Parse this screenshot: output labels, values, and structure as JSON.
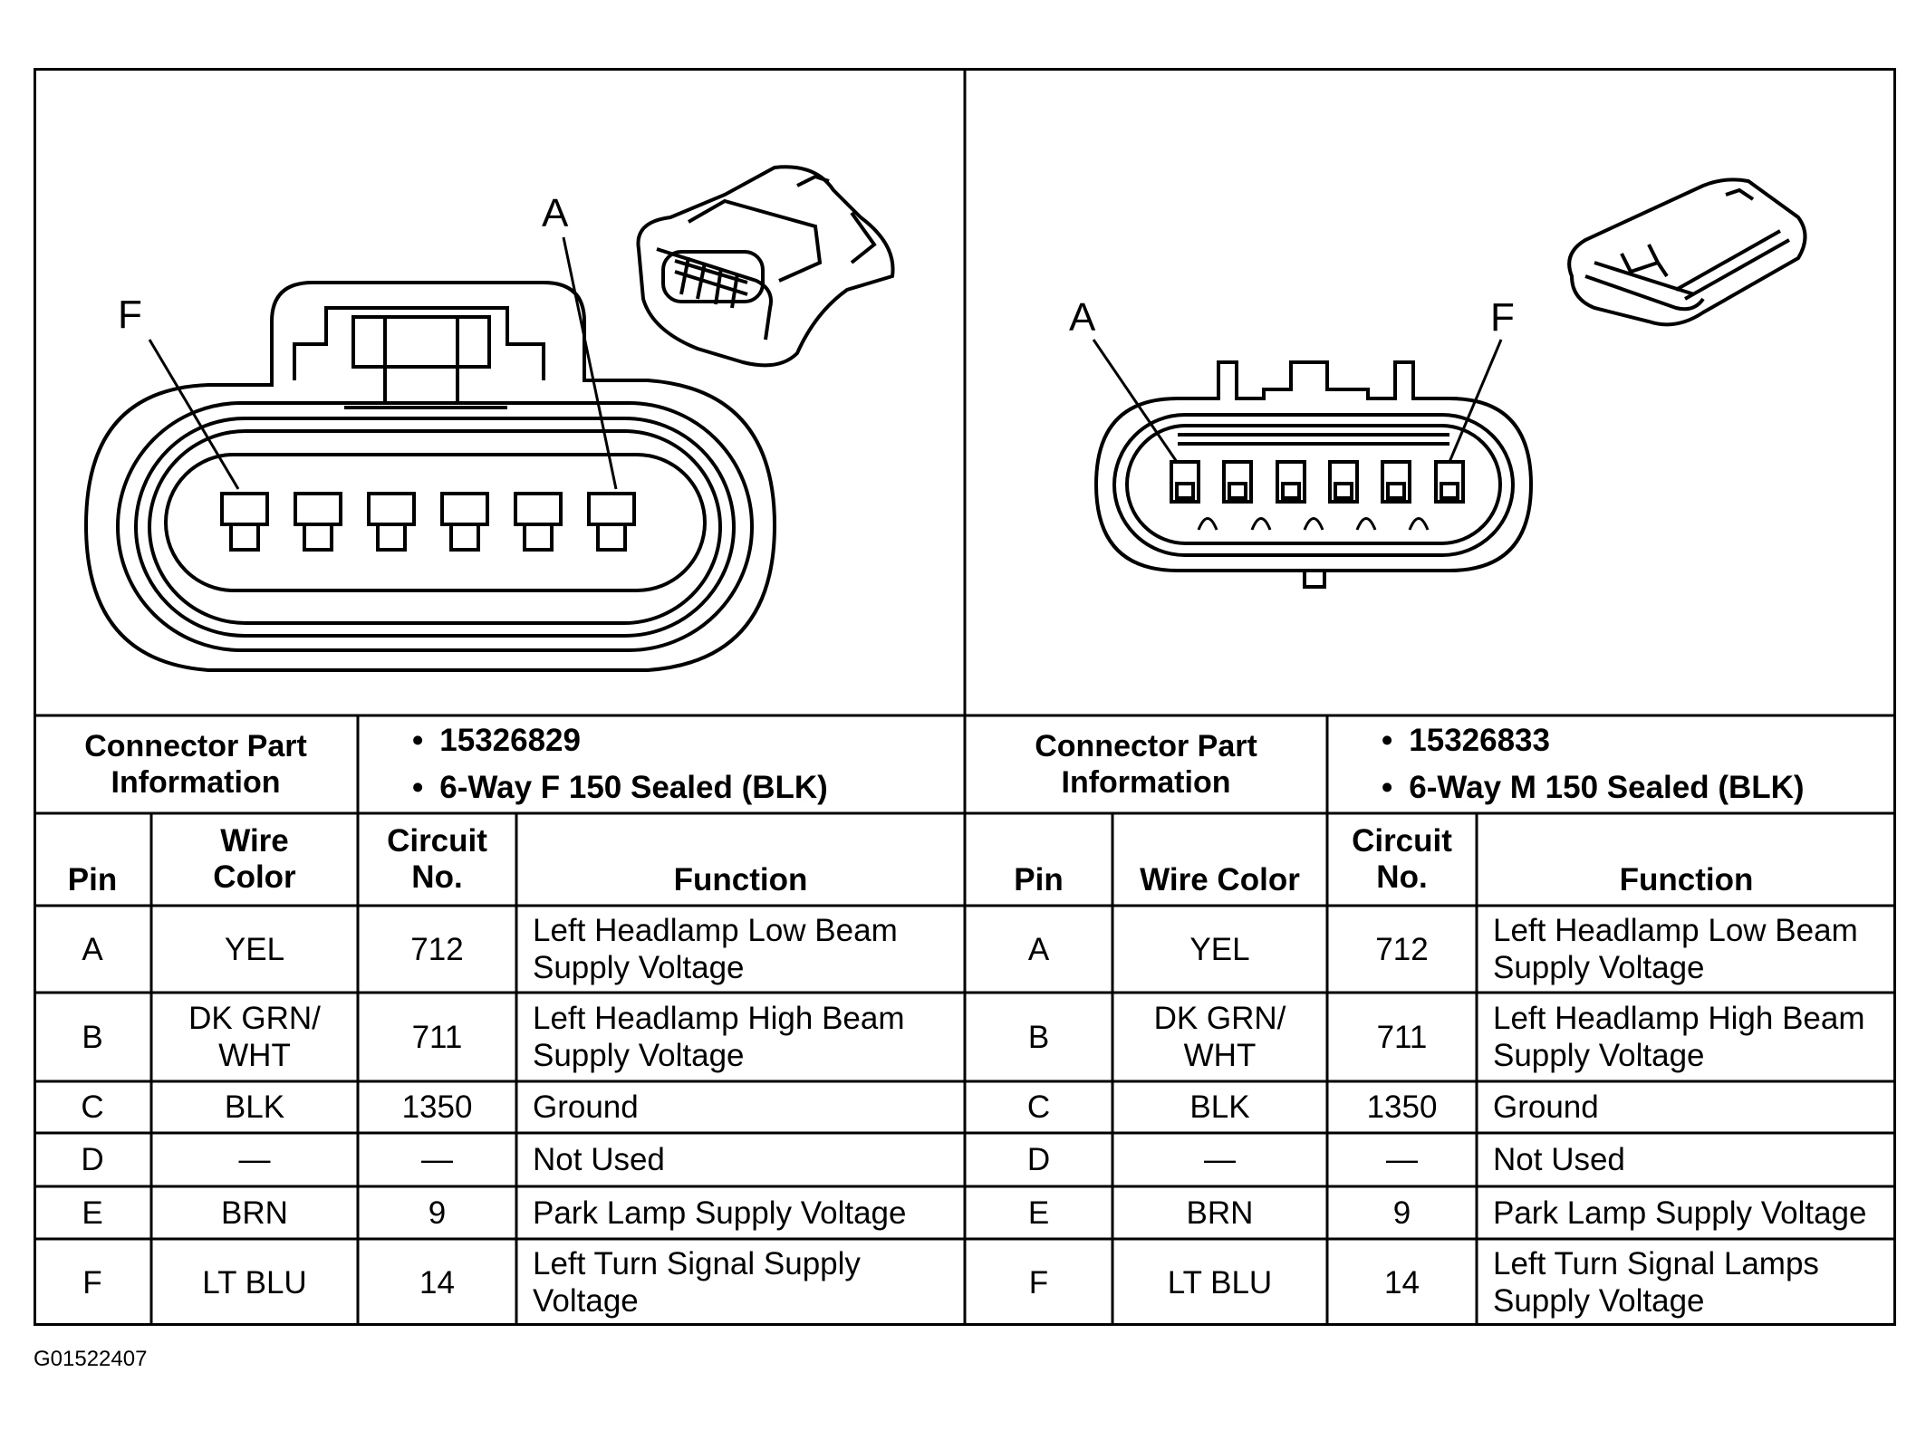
{
  "left": {
    "diagram": {
      "pin_letters": [
        "F",
        "A"
      ]
    },
    "connector_info": {
      "label": "Connector Part Information",
      "label_line1": "Connector Part",
      "label_line2": "Information",
      "part_number": "15326829",
      "description": "6-Way F 150 Sealed (BLK)"
    },
    "headers": {
      "pin": "Pin",
      "wire_color_1": "Wire",
      "wire_color_2": "Color",
      "circuit_1": "Circuit",
      "circuit_2": "No.",
      "function": "Function"
    },
    "rows": [
      {
        "pin": "A",
        "wire1": "YEL",
        "wire2": "",
        "circuit": "712",
        "func1": "Left Headlamp Low Beam",
        "func2": "Supply Voltage"
      },
      {
        "pin": "B",
        "wire1": "DK GRN/",
        "wire2": "WHT",
        "circuit": "711",
        "func1": "Left Headlamp High Beam",
        "func2": "Supply Voltage"
      },
      {
        "pin": "C",
        "wire1": "BLK",
        "wire2": "",
        "circuit": "1350",
        "func1": "Ground",
        "func2": ""
      },
      {
        "pin": "D",
        "wire1": "—",
        "wire2": "",
        "circuit": "—",
        "func1": "Not Used",
        "func2": ""
      },
      {
        "pin": "E",
        "wire1": "BRN",
        "wire2": "",
        "circuit": "9",
        "func1": "Park Lamp Supply Voltage",
        "func2": ""
      },
      {
        "pin": "F",
        "wire1": "LT BLU",
        "wire2": "",
        "circuit": "14",
        "func1": "Left Turn Signal Supply",
        "func2": "Voltage"
      }
    ]
  },
  "right": {
    "diagram": {
      "pin_letters": [
        "A",
        "F"
      ]
    },
    "connector_info": {
      "label_line1": "Connector Part",
      "label_line2": "Information",
      "part_number": "15326833",
      "description": "6-Way M 150 Sealed (BLK)"
    },
    "headers": {
      "pin": "Pin",
      "wire_color": "Wire Color",
      "circuit_1": "Circuit",
      "circuit_2": "No.",
      "function": "Function"
    },
    "rows": [
      {
        "pin": "A",
        "wire1": "YEL",
        "wire2": "",
        "circuit": "712",
        "func1": "Left Headlamp Low Beam",
        "func2": "Supply Voltage"
      },
      {
        "pin": "B",
        "wire1": "DK GRN/",
        "wire2": "WHT",
        "circuit": "711",
        "func1": "Left Headlamp High Beam",
        "func2": "Supply Voltage"
      },
      {
        "pin": "C",
        "wire1": "BLK",
        "wire2": "",
        "circuit": "1350",
        "func1": "Ground",
        "func2": ""
      },
      {
        "pin": "D",
        "wire1": "—",
        "wire2": "",
        "circuit": "—",
        "func1": "Not Used",
        "func2": ""
      },
      {
        "pin": "E",
        "wire1": "BRN",
        "wire2": "",
        "circuit": "9",
        "func1": "Park Lamp Supply Voltage",
        "func2": ""
      },
      {
        "pin": "F",
        "wire1": "LT BLU",
        "wire2": "",
        "circuit": "14",
        "func1": "Left Turn Signal Lamps",
        "func2": "Supply Voltage"
      }
    ]
  },
  "figure_id": "G01522407"
}
